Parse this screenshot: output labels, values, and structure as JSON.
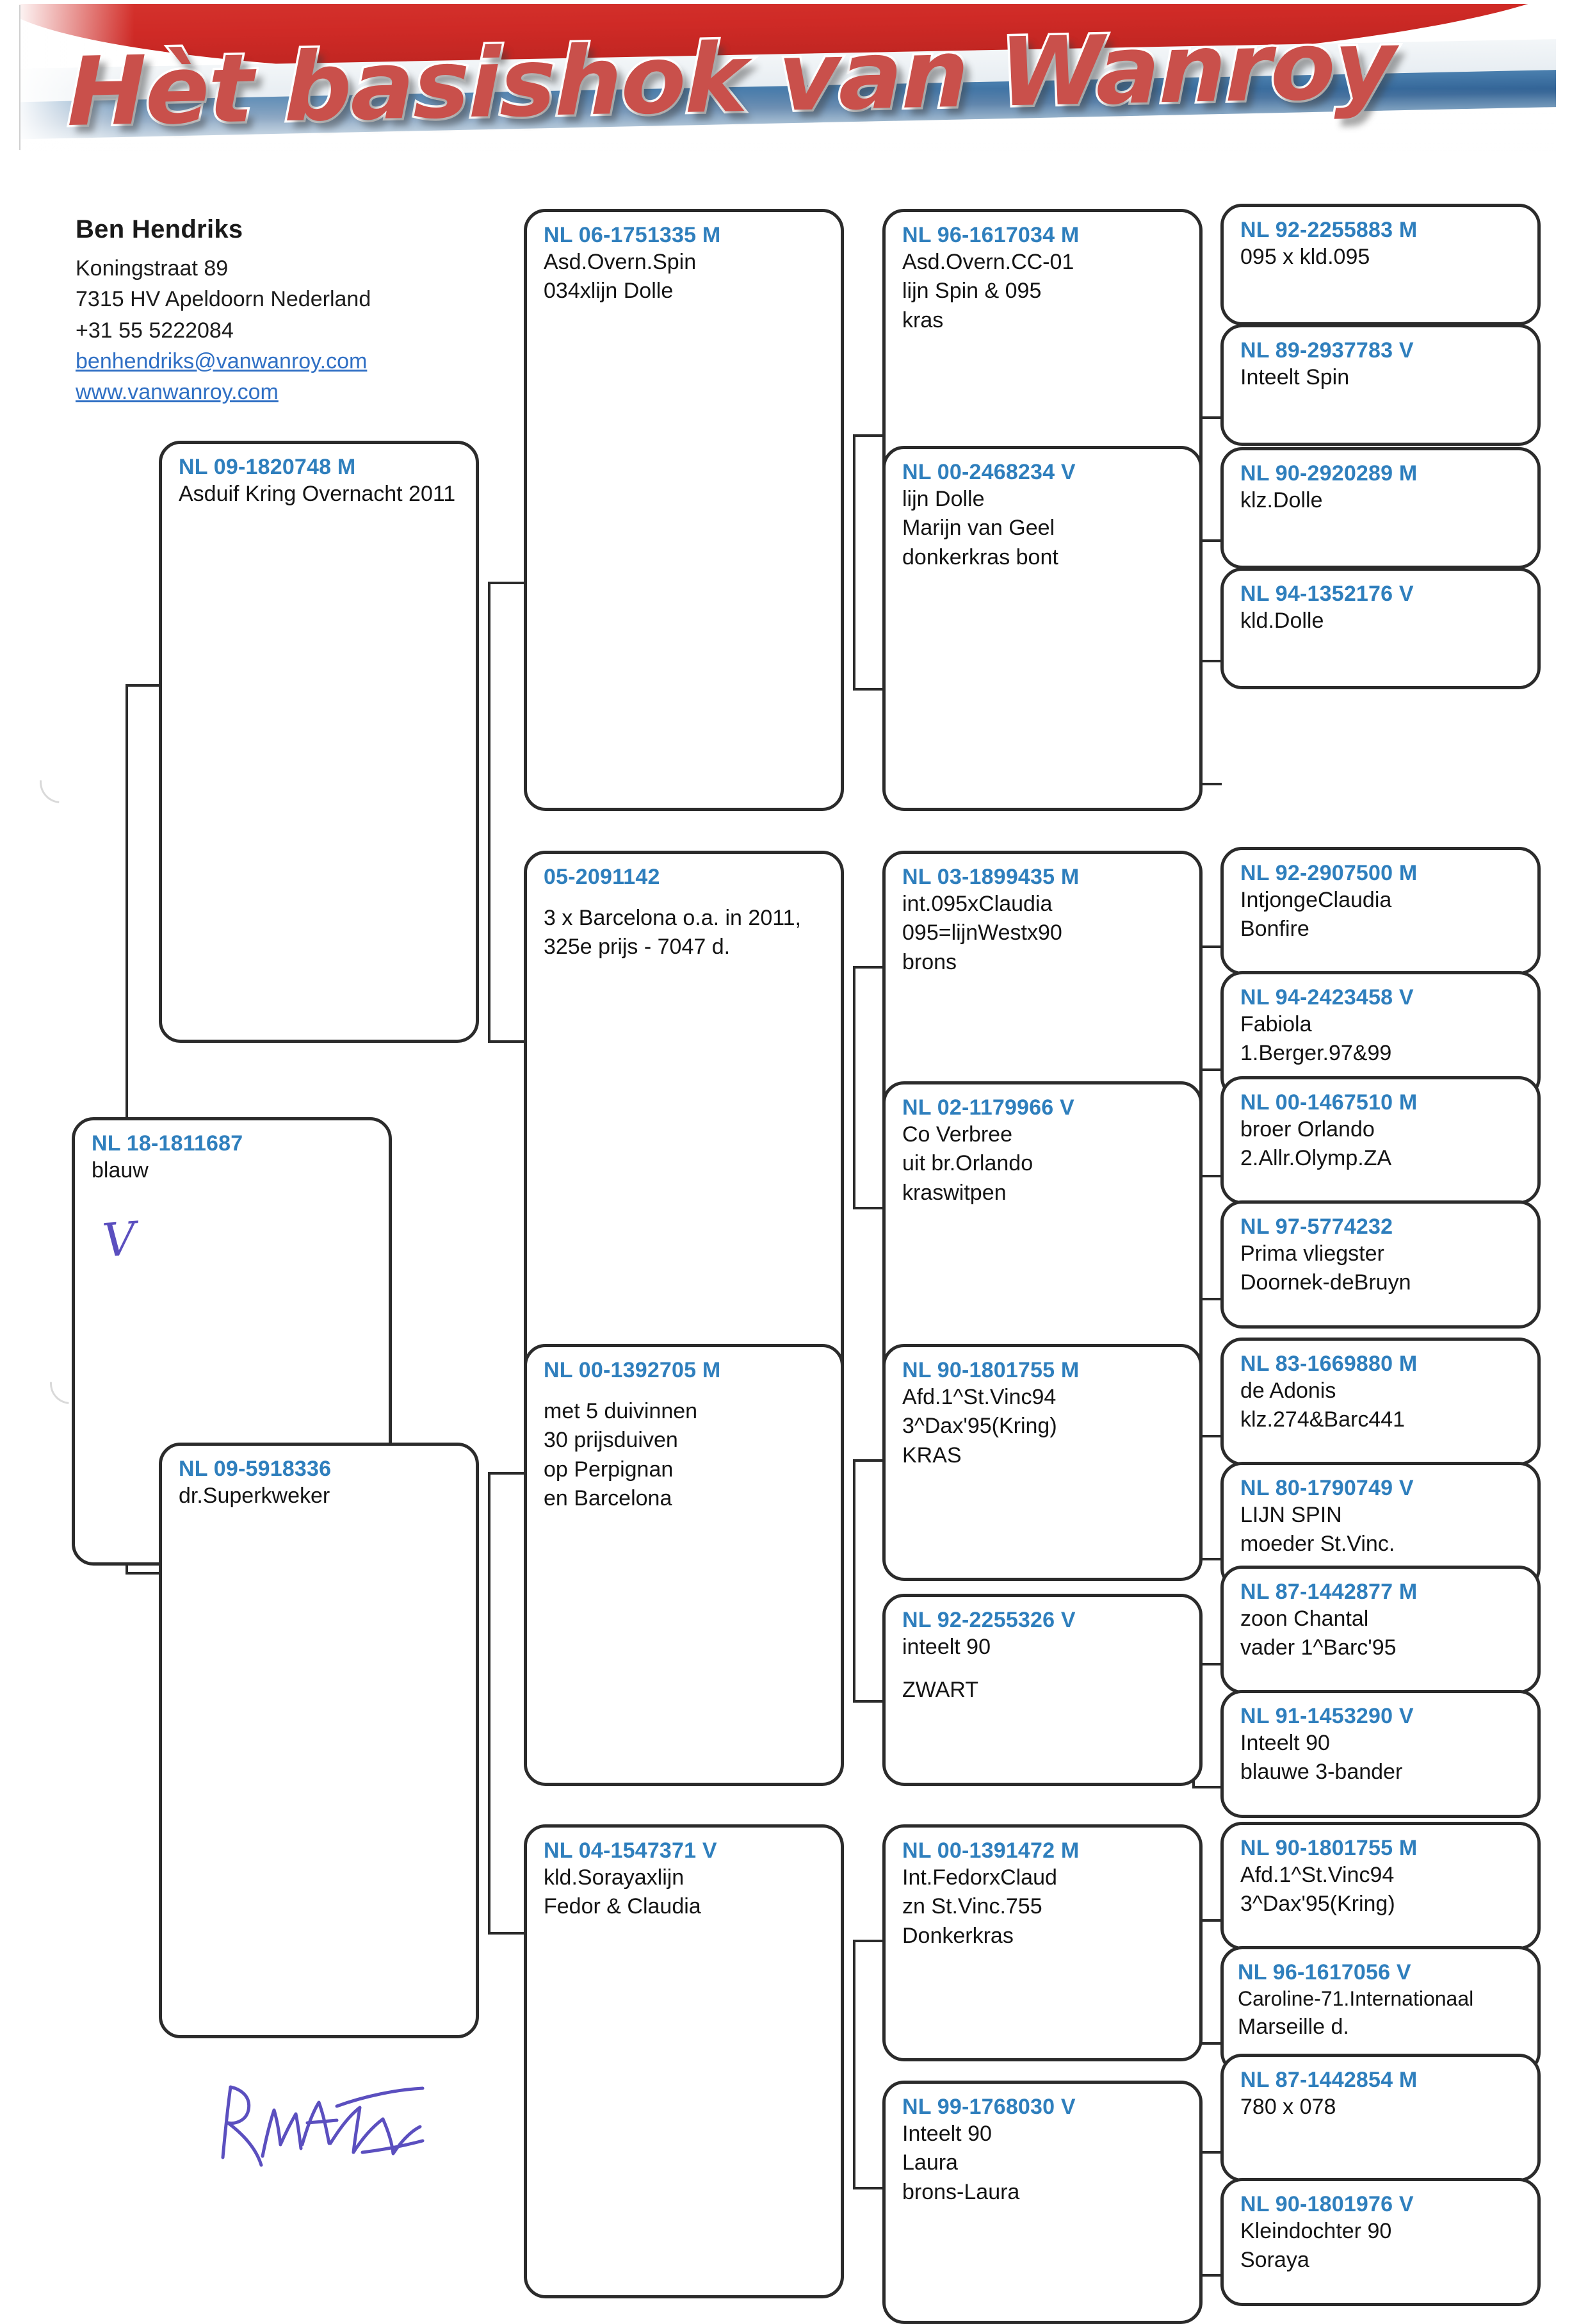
{
  "banner": {
    "title": "Hèt basishok van Wanroy",
    "flag_colors": {
      "red": "#cf2a26",
      "white": "#eef2f6",
      "blue": "#2e5f92"
    }
  },
  "owner": {
    "name": "Ben Hendriks",
    "street": "Koningstraat 89",
    "city": "7315 HV Apeldoorn Nederland",
    "phone": "+31 55 5222084",
    "email": "benhendriks@vanwanroy.com",
    "website": "www.vanwanroy.com"
  },
  "handwriting": {
    "check_mark": "V"
  },
  "colors": {
    "id_blue": "#2f7fbd",
    "link_blue": "#2f6fc4",
    "box_border": "#2b2b2b",
    "ink_purple": "#5b4fbf"
  },
  "pedigree": {
    "subject": {
      "id": "NL 18-1811687",
      "lines": [
        "blauw"
      ]
    },
    "gen1": [
      {
        "id": "NL 09-1820748 M",
        "lines": [
          "Asduif Kring Overnacht 2011"
        ]
      },
      {
        "id": "NL 09-5918336",
        "lines": [
          "dr.Superkweker"
        ]
      }
    ],
    "gen2": [
      {
        "id": "NL 06-1751335 M",
        "lines": [
          "Asd.Overn.Spin",
          "034xlijn Dolle"
        ]
      },
      {
        "id": "05-2091142",
        "lines": [
          "",
          "3 x Barcelona o.a. in 2011,",
          "325e prijs - 7047 d."
        ]
      },
      {
        "id": "NL 00-1392705 M",
        "lines": [
          "",
          "met 5 duivinnen",
          "30 prijsduiven",
          "op Perpignan",
          "en Barcelona"
        ]
      },
      {
        "id": "NL 04-1547371 V",
        "lines": [
          "kld.Sorayaxlijn",
          "Fedor & Claudia"
        ]
      }
    ],
    "gen3": [
      {
        "id": "NL 96-1617034 M",
        "lines": [
          "Asd.Overn.CC-01",
          "lijn Spin & 095",
          "kras"
        ]
      },
      {
        "id": "NL 00-2468234 V",
        "lines": [
          "lijn Dolle",
          "Marijn van Geel",
          "donkerkras bont"
        ]
      },
      {
        "id": "NL 03-1899435 M",
        "lines": [
          "int.095xClaudia",
          "095=lijnWestx90",
          "brons"
        ]
      },
      {
        "id": "NL 02-1179966 V",
        "lines": [
          "Co Verbree",
          "uit br.Orlando",
          "kraswitpen"
        ]
      },
      {
        "id": "NL 90-1801755 M",
        "lines": [
          "Afd.1^St.Vinc94",
          "3^Dax'95(Kring)",
          "KRAS"
        ]
      },
      {
        "id": "NL 92-2255326 V",
        "lines": [
          "inteelt 90",
          "",
          "ZWART"
        ]
      },
      {
        "id": "NL 00-1391472 M",
        "lines": [
          "Int.FedorxClaud",
          "zn St.Vinc.755",
          "Donkerkras"
        ]
      },
      {
        "id": "NL 99-1768030 V",
        "lines": [
          "Inteelt 90",
          "Laura",
          "brons-Laura"
        ]
      }
    ],
    "gen4": [
      {
        "id": "NL 92-2255883 M",
        "lines": [
          "095 x kld.095"
        ]
      },
      {
        "id": "NL 89-2937783 V",
        "lines": [
          "Inteelt Spin"
        ]
      },
      {
        "id": "NL 90-2920289 M",
        "lines": [
          "klz.Dolle"
        ]
      },
      {
        "id": "NL 94-1352176 V",
        "lines": [
          "kld.Dolle"
        ]
      },
      {
        "id": "NL 92-2907500 M",
        "lines": [
          "IntjongeClaudia",
          "Bonfire"
        ]
      },
      {
        "id": "NL 94-2423458 V",
        "lines": [
          "Fabiola",
          "1.Berger.97&99"
        ]
      },
      {
        "id": "NL 00-1467510 M",
        "lines": [
          "broer Orlando",
          "2.Allr.Olymp.ZA"
        ]
      },
      {
        "id": "NL 97-5774232",
        "lines": [
          "Prima vliegster",
          "Doornek-deBruyn"
        ]
      },
      {
        "id": "NL 83-1669880 M",
        "lines": [
          "de Adonis",
          "klz.274&Barc441"
        ]
      },
      {
        "id": "NL 80-1790749 V",
        "lines": [
          "LIJN SPIN",
          "moeder St.Vinc."
        ]
      },
      {
        "id": "NL 87-1442877 M",
        "lines": [
          "zoon Chantal",
          "vader 1^Barc'95"
        ]
      },
      {
        "id": "NL 91-1453290 V",
        "lines": [
          "Inteelt 90",
          "blauwe 3-bander"
        ]
      },
      {
        "id": "NL 90-1801755 M",
        "lines": [
          "Afd.1^St.Vinc94",
          "3^Dax'95(Kring)"
        ]
      },
      {
        "id": "NL 96-1617056 V",
        "lines": [
          "Caroline-71.Internationaal",
          "Marseille d."
        ]
      },
      {
        "id": "NL 87-1442854 M",
        "lines": [
          "780 x 078"
        ]
      },
      {
        "id": "NL 90-1801976 V",
        "lines": [
          "Kleindochter 90",
          "Soraya"
        ]
      }
    ]
  }
}
